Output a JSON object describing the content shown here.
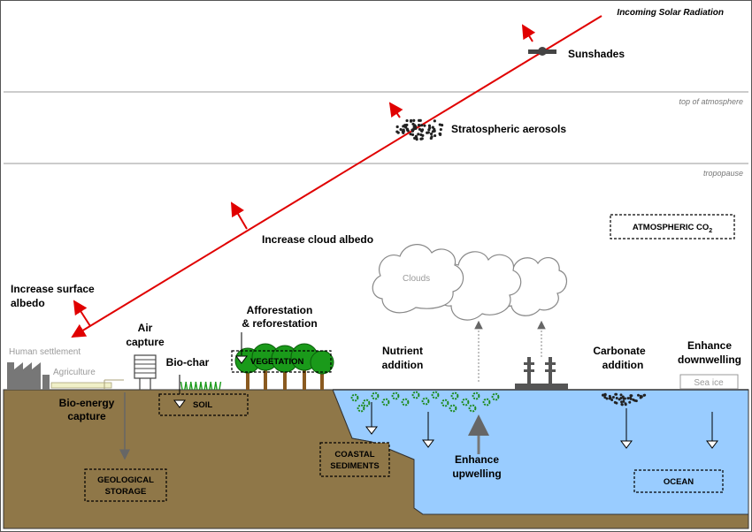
{
  "atmosphere": {
    "incoming_solar_radiation": "Incoming Solar Radiation",
    "top_of_atmosphere": "top of atmosphere",
    "tropopause": "tropopause"
  },
  "methods": {
    "sunshades": "Sunshades",
    "stratospheric_aerosols": "Stratospheric aerosols",
    "cloud_albedo": "Increase cloud albedo",
    "surface_albedo": [
      "Increase surface",
      "albedo"
    ],
    "air_capture": [
      "Air",
      "capture"
    ],
    "bio_char": "Bio-char",
    "afforestation": [
      "Afforestation",
      "& reforestation"
    ],
    "bio_energy": [
      "Bio-energy",
      "capture"
    ],
    "nutrient_addition": [
      "Nutrient",
      "addition"
    ],
    "carbonate_addition": [
      "Carbonate",
      "addition"
    ],
    "enhance_downwelling": [
      "Enhance",
      "downwelling"
    ],
    "enhance_upwelling": [
      "Enhance",
      "upwelling"
    ]
  },
  "labels": {
    "clouds": "Clouds",
    "human_settlement": "Human settlement",
    "agriculture": "Agriculture",
    "sea_ice": "Sea ice"
  },
  "reservoirs": {
    "atmospheric_co2": "ATMOSPHERIC CO",
    "co2_subscript": "2",
    "vegetation": "VEGETATION",
    "soil": "SOIL",
    "geological_storage": [
      "GEOLOGICAL",
      "STORAGE"
    ],
    "coastal_sediments": [
      "COASTAL",
      "SEDIMENTS"
    ],
    "ocean": "OCEAN"
  },
  "colors": {
    "radiation": "#e00000",
    "land": "#8f7748",
    "ocean": "#99ccff",
    "vegetation": "#1a9a1a",
    "nutrients": "#1d8a1d"
  }
}
